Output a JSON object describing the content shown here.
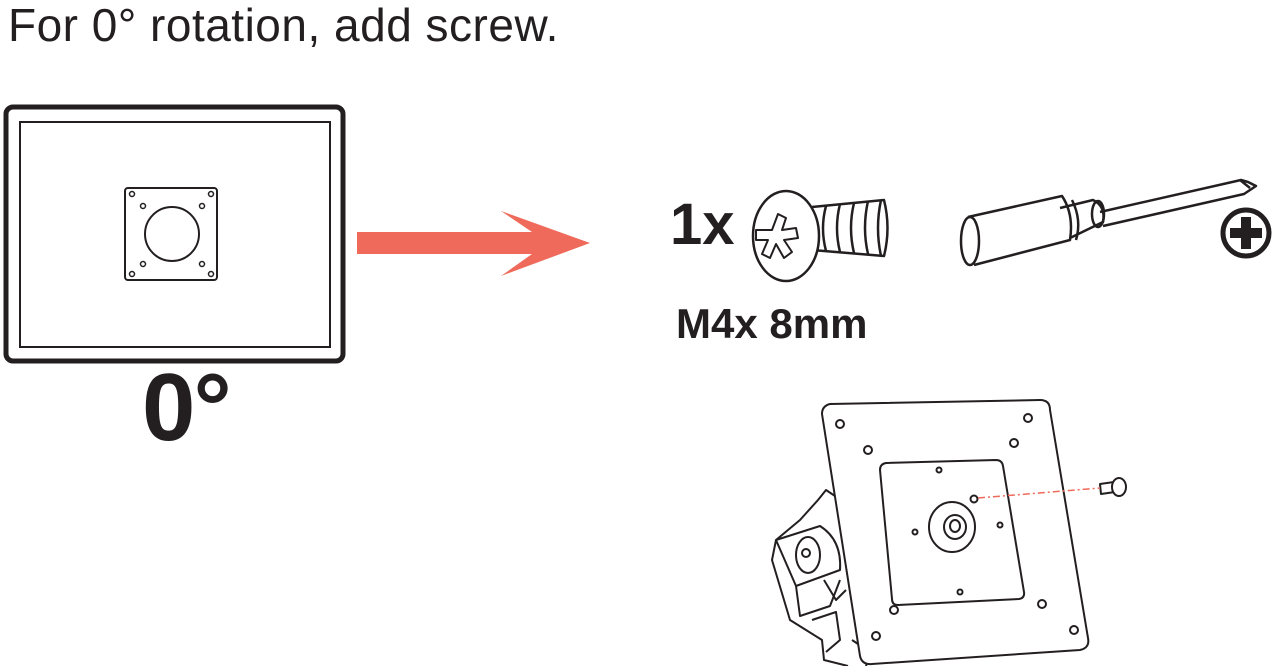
{
  "instruction": {
    "heading": "For 0° rotation, add screw."
  },
  "rotation": {
    "label": "0°"
  },
  "hardware": {
    "quantity": "1x",
    "size": "M4x 8mm"
  },
  "colors": {
    "arrow": "#ef6a5a",
    "line": "#231f20"
  },
  "icons": {
    "arrow": "arrow-right-icon",
    "screw": "screw-icon",
    "screwdriver": "phillips-screwdriver-icon",
    "phillips": "phillips-plus-icon",
    "mount": "mount-bracket-icon"
  }
}
